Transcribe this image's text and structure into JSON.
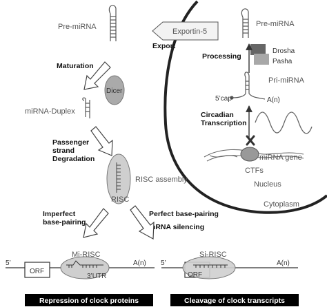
{
  "nucleus": {
    "pre_mirna": "Pre-miRNA",
    "drosha": "Drosha",
    "pasha": "Pasha",
    "processing": "Processing",
    "pri_mirna": "Pri-miRNA",
    "cap": "5’cap",
    "polya": "A(n)",
    "circadian_line1": "Circadian",
    "circadian_line2": "Transcription",
    "mirna_gene": "miRNA gene",
    "ctfs": "CTFs",
    "nucleus_label": "Nucleus"
  },
  "export": {
    "exportin": "Exportin-5",
    "export_label": "Export"
  },
  "cytoplasm": {
    "pre_mirna": "Pre-miRNA",
    "maturation": "Maturation",
    "dicer": "Dicer",
    "duplex": "miRNA-Duplex",
    "passenger_1": "Passenger",
    "passenger_2": "strand",
    "passenger_3": "Degradation",
    "risc_assembly": "RISC assembly",
    "risc": "RISC",
    "cytoplasm_label": "Cytoplasm",
    "imperfect_1": "Imperfect",
    "imperfect_2": "base-pairing",
    "perfect_1": "Perfect base-pairing",
    "perfect_2": "mRNA silencing"
  },
  "mrna_left": {
    "five_prime": "5’",
    "orf": "ORF",
    "complex": "Mi-RISC",
    "utr": "3’UTR",
    "polya": "A(n)"
  },
  "mrna_right": {
    "five_prime": "5’",
    "orf": "ORF",
    "complex": "Si-RISC",
    "polya": "A(n)"
  },
  "banners": {
    "left": "Repression of clock proteins",
    "right": "Cleavage of clock transcripts"
  }
}
